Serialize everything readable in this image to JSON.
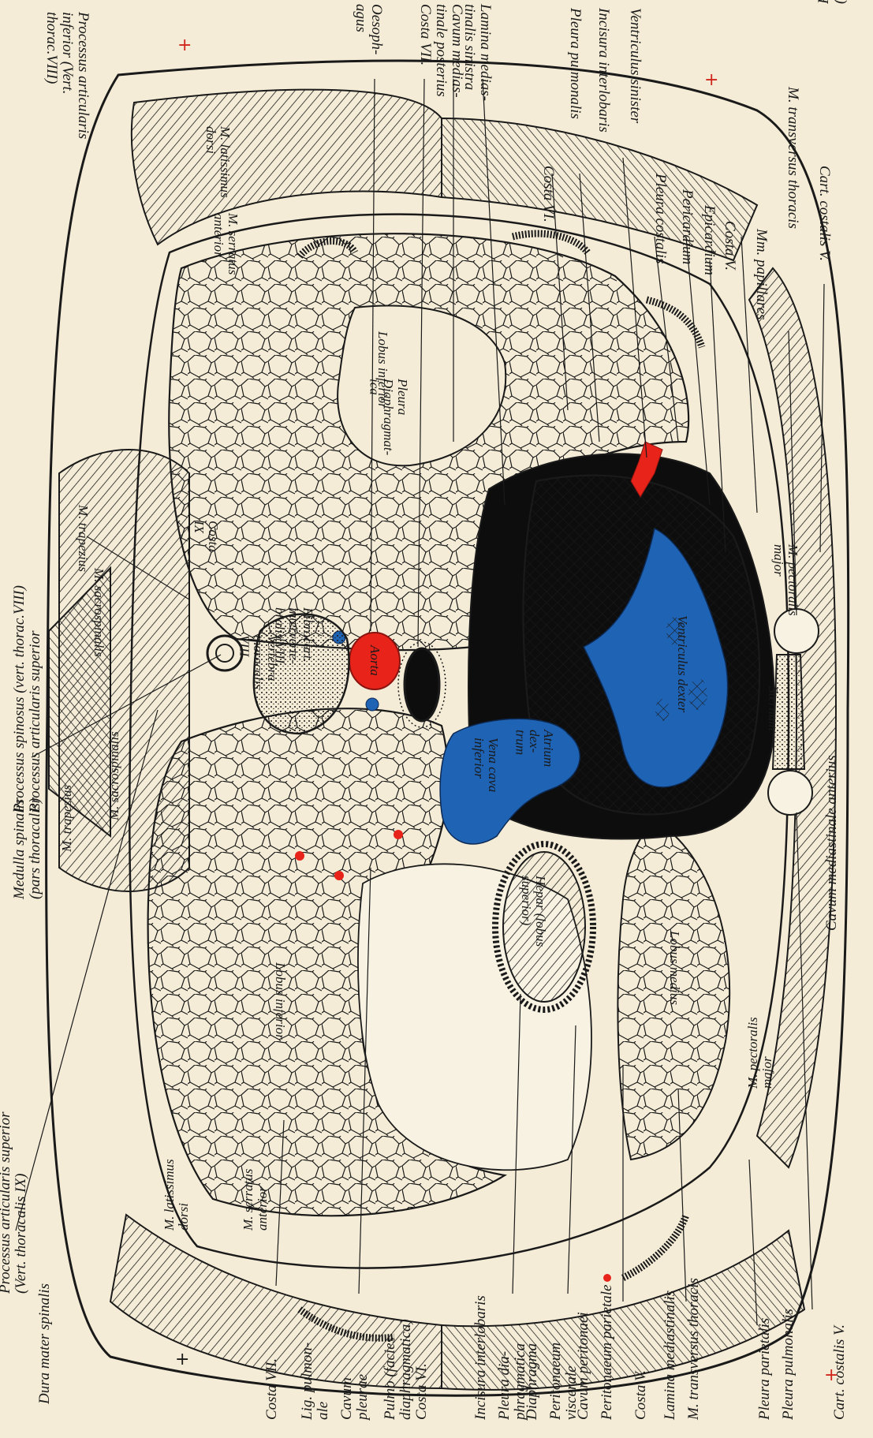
{
  "labels_top": [
    "Processus articularis\ninferior (Vert.\nthorac.VIII)",
    "Oesoph-\nagus",
    "Costa VII.",
    "Cavum medias-\ntinale posterius",
    "Lamina medias-\ntinalis sinistra",
    "Costa VI.",
    "Pleura pulmonalis",
    "Incisura interlobaris",
    "Ventriculus sinister",
    "Pleura costalis",
    "Pericardium",
    "Epicardium",
    "Costa V.",
    "Mm. papillares",
    "M. transversus thoracis",
    "Cart. costalis V."
  ],
  "labels_left": [
    "Processus articularis superior\n(Vert. thorac. II.)",
    "Processus spinosus (vert. thorac.VIII)\nProcessus articularis superior",
    "Dura mater spinalis",
    "Medulla spinalis\n(pars thoracalis)",
    "Processus articularis superior\n(Vert. thoracalis IX)"
  ],
  "labels_bottom": [
    "Costa VII.",
    "Lig. pulmon-\nale",
    "Cavum\npleurae",
    "Pulmo (facies\ndiaphragmatica)\nCosta VI.",
    "Incisura interlobaris",
    "Pleura dia-\nphragmatica",
    "Diaphragma",
    "Peritonaeum\nviscerale",
    "Cavum peritonaei",
    "Peritonaeum parietale",
    "Costa V.",
    "Lamina mediastinalis",
    "M. transversus thoracis",
    "Pleura parietalis",
    "Pleura pulmonalis",
    "Cart. costalis V."
  ],
  "labels_right": [
    "Cavum mediastinale anterius"
  ],
  "labels_inside": {
    "aorta": "Aorta",
    "vena_cava": "Vena cava\ninferior",
    "atrium": "Atrium\ndex-\ntrum",
    "ventriculus_dexter": "Ventriculus dexter",
    "hepar": "Hepar (lobus\nsuperior)",
    "lobus_inferior_top": "Lobus inferior",
    "lobus_inferior_bottom": "Lobus inferior",
    "lobus_medius": "Lobus medius",
    "pleura_diaphragmatica": "Pleura\nDiaphragmat-\nica",
    "vertebra": "Vertebra\nthoracalis\nVIII.",
    "fibrocart": "Fibrocart.\ninterverte-\nbralis VIII.",
    "costa_ix": "Costa\nIX",
    "m_latissimus_top": "M. latissimus\ndorsi",
    "m_serratus": "M. serratus\nanterior",
    "m_latissimus_bottom": "M. latissimus\ndorsi",
    "m_serratus_bottom": "M. serratus\nanterior",
    "m_sacrospinalis": "M. sacrospinalis",
    "m_sacrospinalis_2": "M. sacrospinalis",
    "m_pectoralis_top": "M. pectoralis\nmajor",
    "m_pectoralis_bottom": "M. pectoralis\nmajor",
    "sternum": "Sternum",
    "m_trapezius": "M. trapezius",
    "m_trapezius_2": "M. trapezius"
  },
  "colors": {
    "background": "#f4ecd6",
    "artery_red": "#e8231a",
    "vein_blue": "#1f63b4",
    "ink": "#1a1a1a"
  }
}
